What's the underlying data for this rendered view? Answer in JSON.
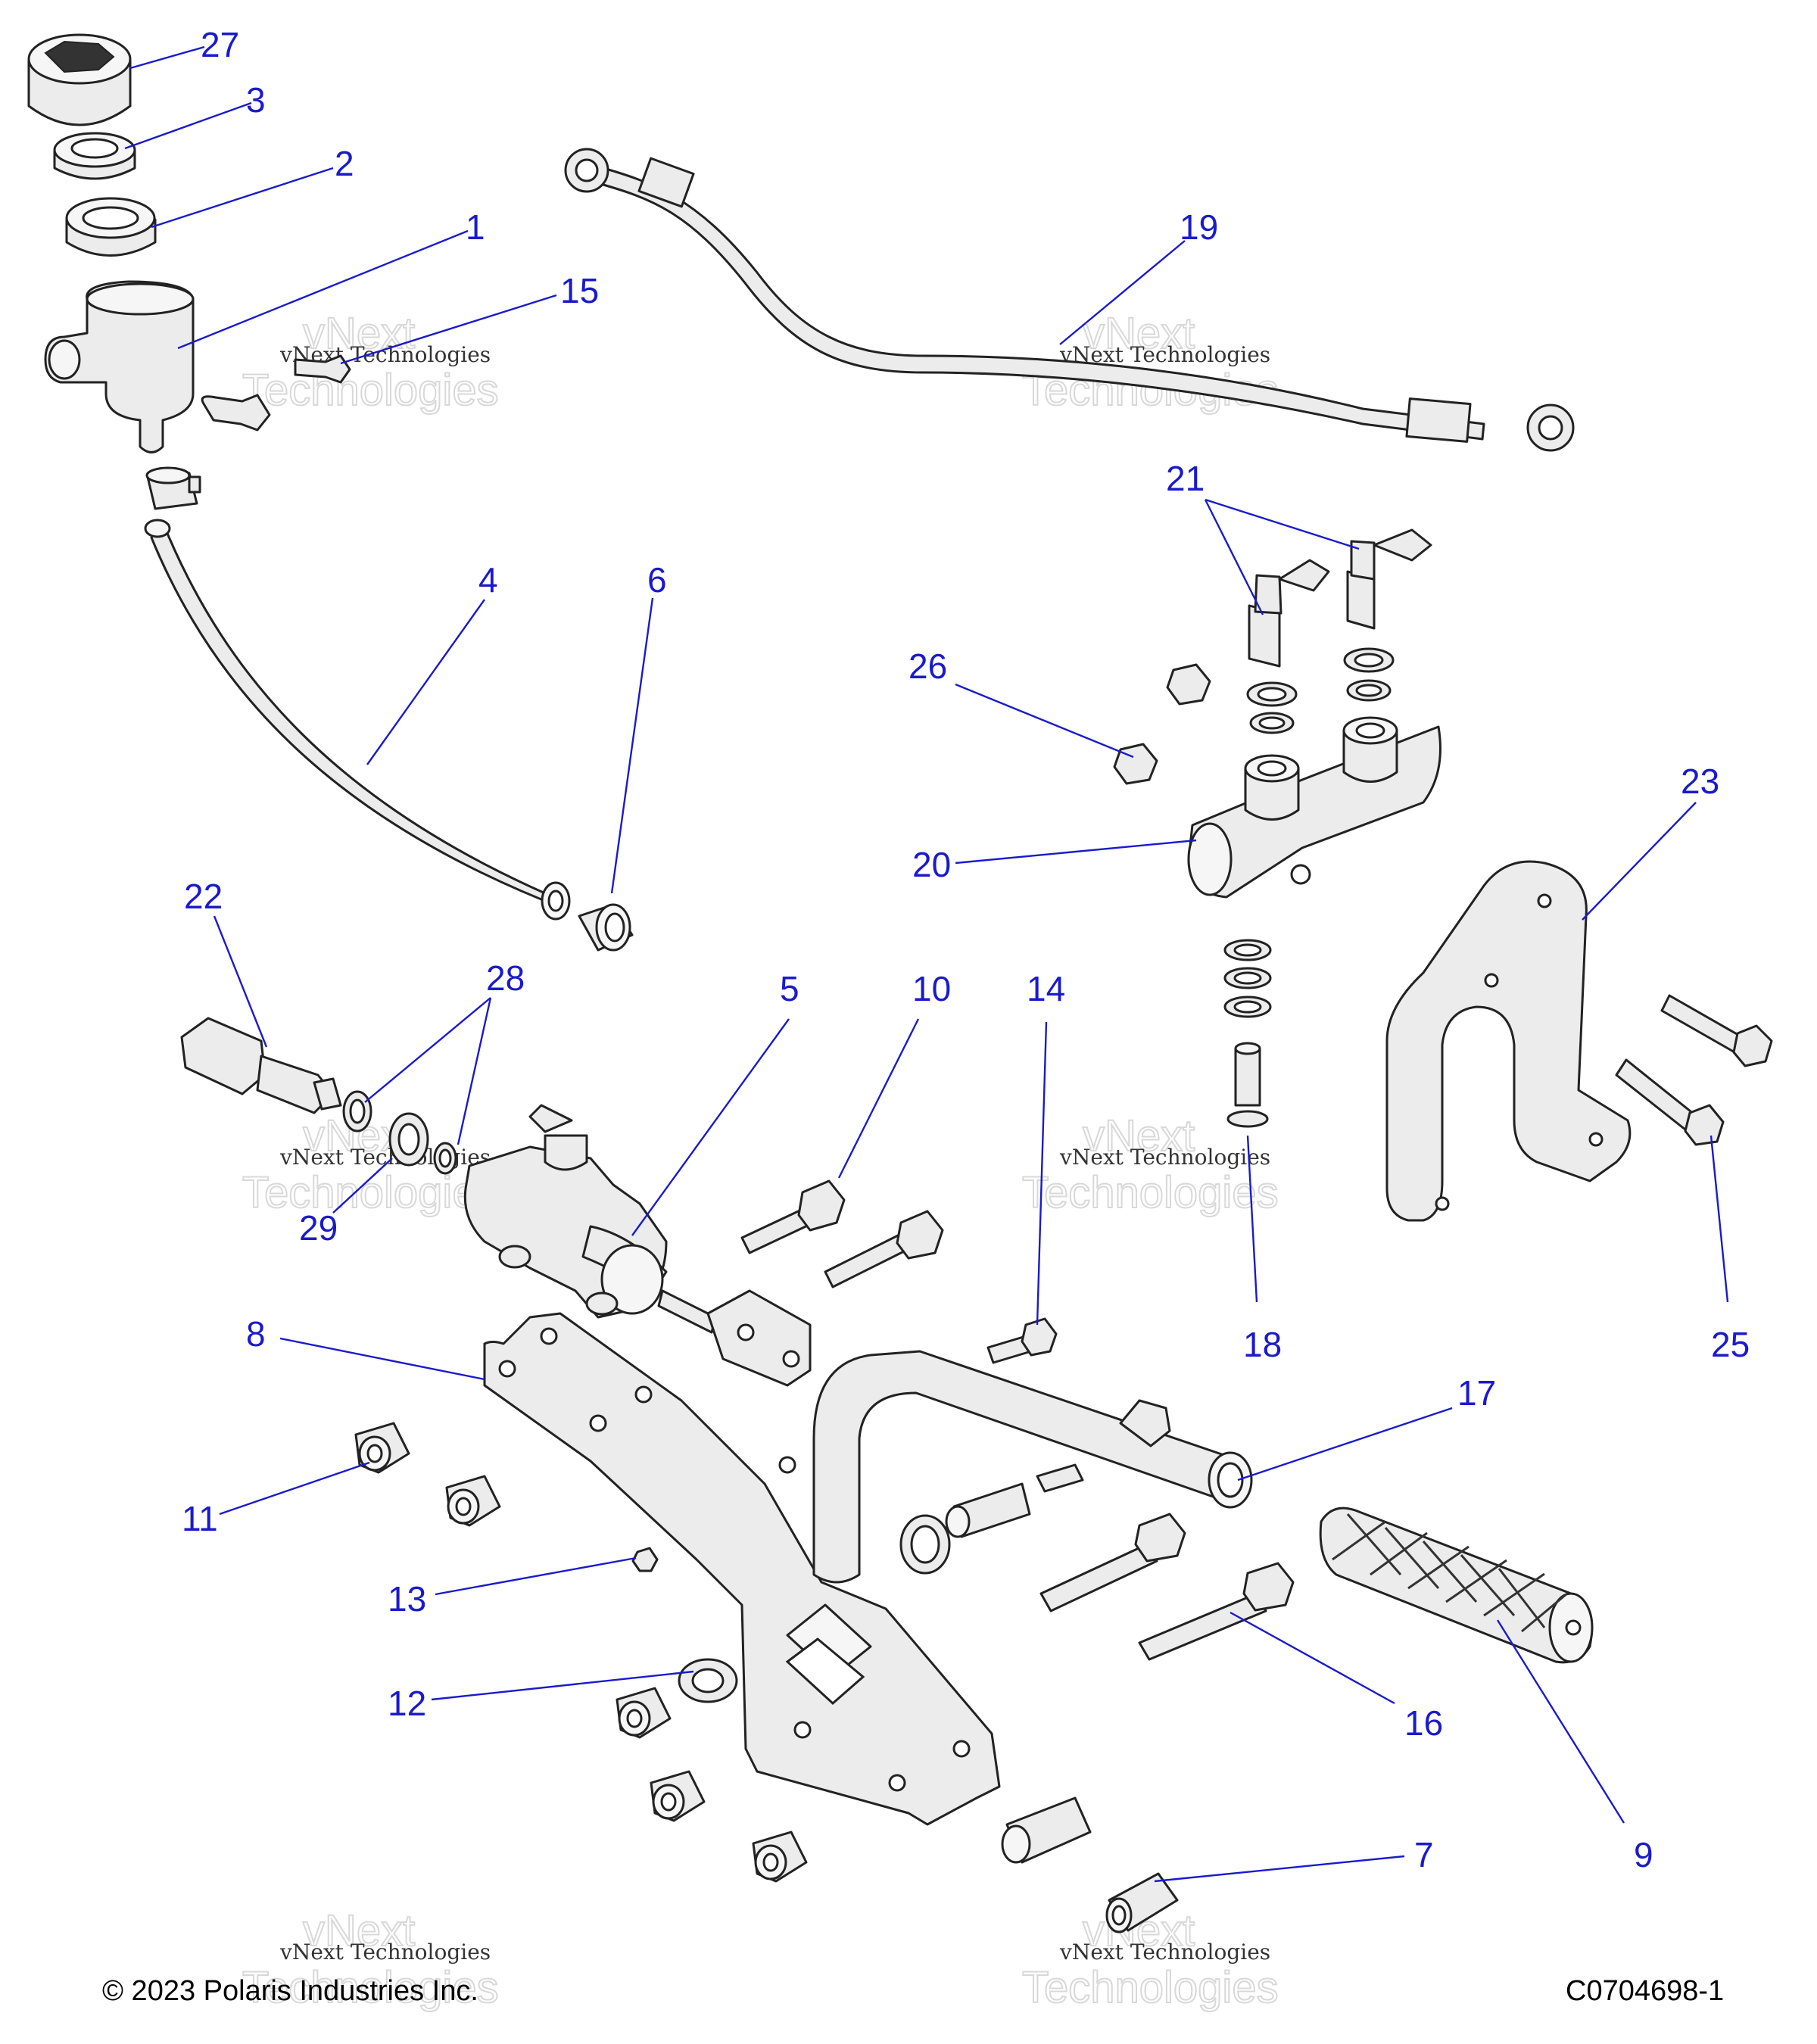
{
  "callouts": [
    "27",
    "3",
    "2",
    "1",
    "15",
    "19",
    "21",
    "4",
    "6",
    "26",
    "20",
    "23",
    "22",
    "28",
    "5",
    "10",
    "14",
    "29",
    "8",
    "18",
    "25",
    "17",
    "11",
    "13",
    "12",
    "16",
    "9",
    "7"
  ],
  "watermark": {
    "brand_line1": "vNext",
    "brand_line2": "Technologies",
    "caption": "vNext Technologies"
  },
  "footer": {
    "copyright": "© 2023 Polaris Industries Inc.",
    "diagram_id": "C0704698-1"
  },
  "colors": {
    "callout": "#1a1acc",
    "part_fill": "#ececec",
    "outline": "#222222"
  }
}
